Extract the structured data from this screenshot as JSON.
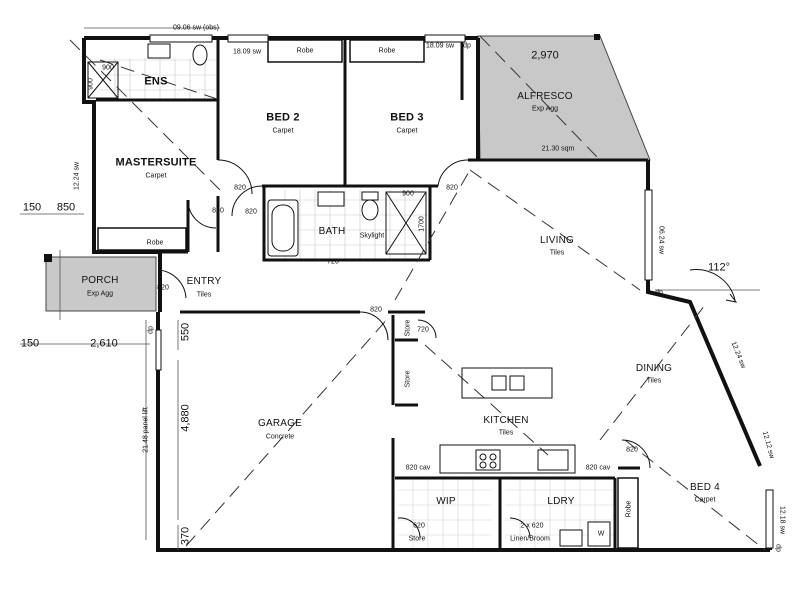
{
  "rooms": {
    "ens": {
      "name": "ENS"
    },
    "master": {
      "name": "MASTERSUITE",
      "finish": "Carpet"
    },
    "bed2": {
      "name": "BED 2",
      "finish": "Carpet"
    },
    "bed3": {
      "name": "BED 3",
      "finish": "Carpet"
    },
    "alfresco": {
      "name": "ALFRESCO",
      "finish": "Exp Agg",
      "area": "21.30 sqm"
    },
    "bath": {
      "name": "BATH"
    },
    "skylight": "Skylight",
    "living": {
      "name": "LIVING",
      "finish": "Tiles"
    },
    "porch": {
      "name": "PORCH",
      "finish": "Exp Agg"
    },
    "entry": {
      "name": "ENTRY",
      "finish": "Tiles"
    },
    "garage": {
      "name": "GARAGE",
      "finish": "Concrete"
    },
    "dining": {
      "name": "DINING",
      "finish": "Tiles"
    },
    "kitchen": {
      "name": "KITCHEN",
      "finish": "Tiles"
    },
    "wip": {
      "name": "WIP"
    },
    "ldry": {
      "name": "LDRY"
    },
    "bed4": {
      "name": "BED 4",
      "finish": "Carpet"
    }
  },
  "fixtures": {
    "robe": "Robe",
    "store": "Store",
    "linen": "Linen/Broom",
    "w": "W"
  },
  "dimensions": {
    "top_sw": "09.06 sw (obs)",
    "sw_18_left": "18.09 sw",
    "sw_18_right": "18.09 sw",
    "dp": "dp",
    "alfresco_width": "2,970",
    "d900": "900",
    "d820": "820",
    "d720": "720",
    "d1700": "1700",
    "d150": "150",
    "d850": "850",
    "d2610": "2,610",
    "d550": "550",
    "d4880": "4,880",
    "d370": "370",
    "panel_lift": "21.48 panel lift",
    "sw_1224_left": "12.24 sw",
    "sw_0624": "06.24 sw",
    "sw_1224_right": "12.24 sw",
    "sw_1212": "12.12 sw",
    "sw_1218": "12.18 sw",
    "cav_left": "820 cav",
    "cav_right": "820 cav",
    "d620": "620",
    "two_620": "2 x 620",
    "angle": "112°"
  }
}
